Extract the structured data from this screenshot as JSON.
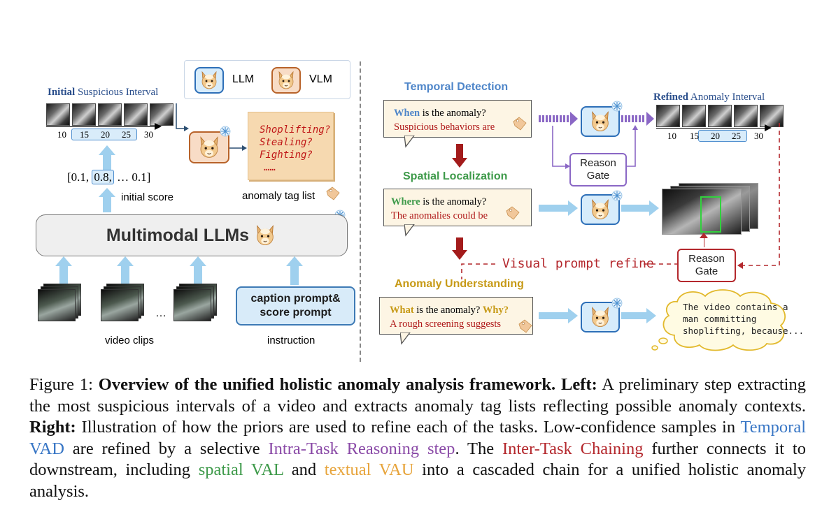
{
  "legend": {
    "llm": "LLM",
    "vlm": "VLM"
  },
  "left": {
    "interval_title_bold": "Initial",
    "interval_title_rest": " Suspicious Interval",
    "ticks": [
      "10",
      "15",
      "20",
      "25",
      "30"
    ],
    "score_prefix": "[0.1,",
    "score_mid": "0.8,",
    "score_suffix": "… 0.1]",
    "score_label": "initial score",
    "tags": [
      "Shoplifting?",
      "Stealing?",
      "Fighting?",
      "……"
    ],
    "tag_list_label": "anomaly tag list",
    "mllm_title": "Multimodal LLMs",
    "clips_ellipsis": "…",
    "clips_label": "video clips",
    "prompt_line1": "caption prompt&",
    "prompt_line2": "score prompt",
    "instruction_label": "instruction"
  },
  "right": {
    "temporal_title": "Temporal Detection",
    "temporal_q_word": "When",
    "temporal_q_rest": " is the anomaly?",
    "temporal_answer": "Suspicious behaviors are",
    "reason_gate_1": [
      "Reason",
      "Gate"
    ],
    "refined_title_bold": "Refined",
    "refined_title_rest": " Anomaly Interval",
    "refined_ticks": [
      "10",
      "15",
      "20",
      "25",
      "30"
    ],
    "spatial_title": "Spatial Localization",
    "spatial_q_word": "Where",
    "spatial_q_rest": " is the anomaly?",
    "spatial_answer": "The anomalies could be",
    "visual_prompt": "Visual prompt refine",
    "reason_gate_2": [
      "Reason",
      "Gate"
    ],
    "understanding_title": "Anomaly Understanding",
    "understanding_q_word": "What",
    "understanding_q_rest": " is the anomaly? ",
    "understanding_q_why": "Why?",
    "understanding_answer": "A rough screening suggests",
    "output_lines": [
      "The video contains a",
      "man committing",
      "shoplifting, because..."
    ]
  },
  "caption": {
    "fig_label": "Figure 1: ",
    "bold_title": "Overview of the unified holistic anomaly analysis framework.",
    "left_bold": " Left:",
    "left_text": "  A preliminary step extracting the most suspicious intervals of a video and extracts anomaly tag lists reflecting possible anomaly contexts. ",
    "right_bold": "Right:",
    "right_text": " Illustration of how the priors are used to refine each of the tasks. Low-confidence samples in ",
    "temporal_vad": "Temporal VAD",
    "mid1": " are refined by a selective ",
    "intra_task": "Intra-Task Reasoning step",
    "mid2": ". The ",
    "inter_task": "Inter-Task Chaining",
    "mid3": " further connects it to downstream, including ",
    "spatial_val": "spatial VAL",
    "mid4": " and ",
    "textual_vau": "textual VAU",
    "end": " into a cascaded chain for a unified holistic anomaly analysis."
  },
  "colors": {
    "llm_border": "#2d6fb8",
    "vlm_border": "#b8632a",
    "arrow_blue": "#9fd0ee",
    "dark_red": "#a31b1b",
    "purple": "#8a67c5",
    "temporal_blue": "#4f86c9",
    "green": "#3e9a4a",
    "gold": "#c79a16"
  }
}
